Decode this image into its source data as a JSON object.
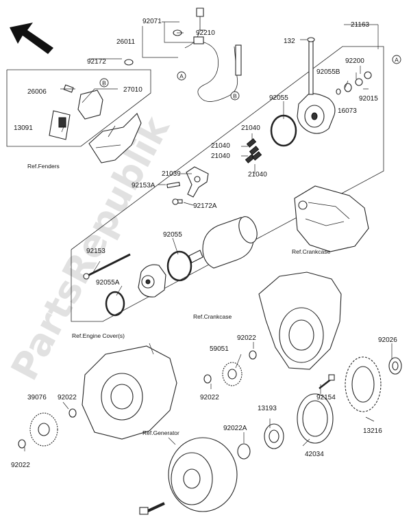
{
  "watermark": "PartsRepublik",
  "labels": {
    "p92071": "92071",
    "p26011": "26011",
    "p92210": "92210",
    "p92172": "92172",
    "p26006": "26006",
    "p27010": "27010",
    "p13091": "13091",
    "p132": "132",
    "p21163": "21163",
    "p92200": "92200",
    "p92055B": "92055B",
    "p16073": "16073",
    "p92015": "92015",
    "p92055a": "92055",
    "p21040a": "21040",
    "p21040b": "21040",
    "p21040c": "21040",
    "p21040d": "21040",
    "p21039": "21039",
    "p92153A": "92153A",
    "p92172A": "92172A",
    "p92055b": "92055",
    "p92153": "92153",
    "p92055A": "92055A",
    "p92022a": "92022",
    "p59051": "59051",
    "p92026": "92026",
    "p39076": "39076",
    "p92022b": "92022",
    "p92022c": "92022",
    "p92022d": "92022",
    "p13193": "13193",
    "p92154": "92154",
    "p92022A": "92022A",
    "p13216": "13216",
    "p42034": "42034"
  },
  "references": {
    "fenders": "Ref.Fenders",
    "crankcase1": "Ref.Crankcase",
    "crankcase2": "Ref.Crankcase",
    "engine_cover": "Ref.Engine Cover(s)",
    "generator": "Ref.Generator"
  },
  "callouts": {
    "a1": "A",
    "a2": "A",
    "b1": "B",
    "b2": "B"
  }
}
